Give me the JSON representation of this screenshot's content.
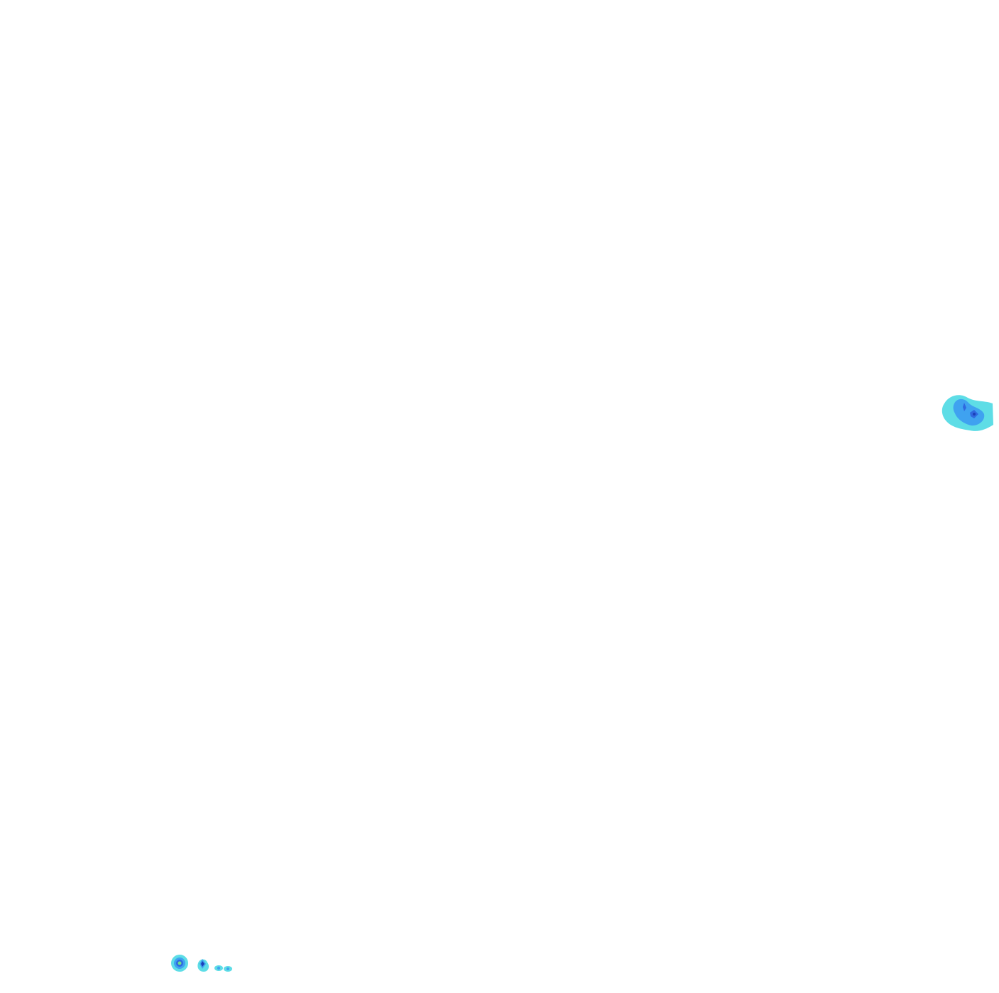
{
  "image": {
    "kind": "contour map",
    "background": "plain white",
    "contour_levels": [
      "outer",
      "middle",
      "inner",
      "core"
    ],
    "palette": {
      "background": "#ffffff",
      "outer": "#5edde6",
      "middle": "#3fa2f0",
      "inner": "#2f69e0",
      "core": "#1c40b8",
      "peak": "#6fe28a"
    }
  }
}
